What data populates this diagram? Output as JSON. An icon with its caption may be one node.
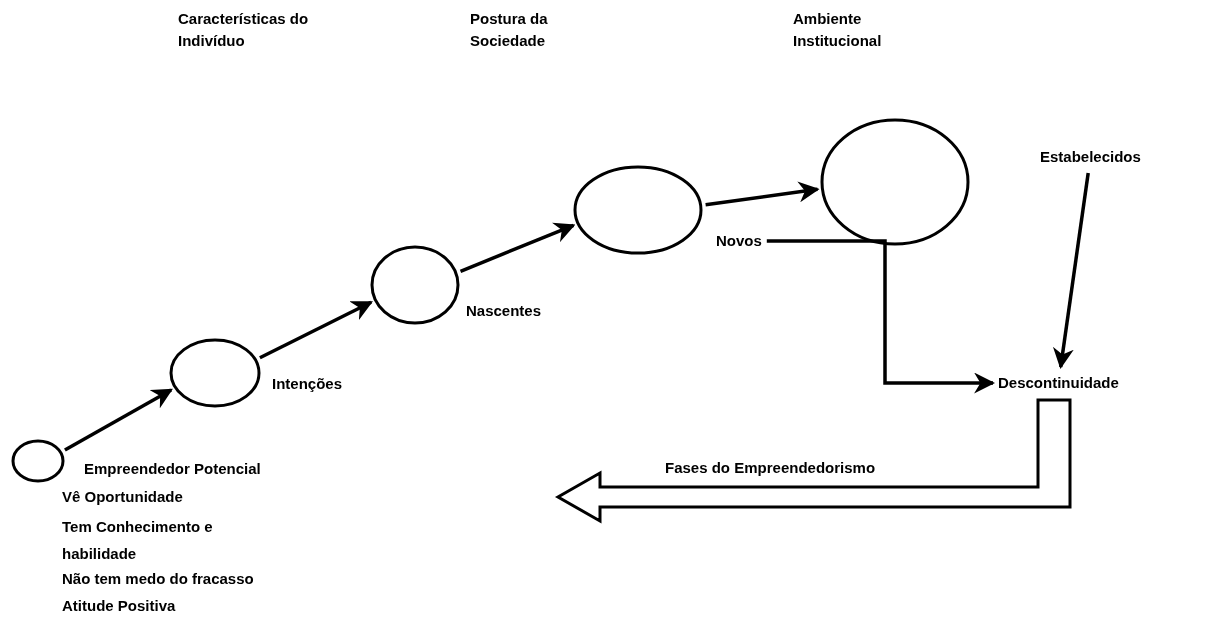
{
  "diagram": {
    "nodes": [
      {
        "text": [],
        "shape": "circle",
        "beside": [
          "Empreendedor Potencial",
          "Vê Oportunidade",
          "Tem Conhecimento e habilidade",
          "Não tem medo do fracasso",
          "Atitude Positiva"
        ]
      },
      {
        "text": [],
        "shape": "circle",
        "beside": [
          "Intenções"
        ]
      },
      {
        "text": [],
        "shape": "circle",
        "beside": [
          "Nascentes"
        ]
      },
      {
        "text": [],
        "shape": "circle"
      },
      {
        "text": [
          "Novos"
        ]
      },
      {
        "text": [],
        "shape": "circle"
      },
      {
        "text": [
          "Estabelecidos"
        ]
      },
      {
        "text": [
          "Descontinuidade"
        ]
      }
    ],
    "edges": [
      {
        "from": 0,
        "to": 1,
        "arrow": "to"
      },
      {
        "from": 1,
        "to": 2,
        "arrow": "to"
      },
      {
        "from": 2,
        "to": 3,
        "arrow": "to"
      },
      {
        "from": 3,
        "to": 5,
        "arrow": "to"
      },
      {
        "from": 4,
        "to": 7,
        "arrow": "to"
      },
      {
        "from": 6,
        "to": 7,
        "arrow": "to"
      },
      {
        "from": 7,
        "to": null,
        "arrow": "to",
        "label": "Fases do Empreendedorismo"
      }
    ],
    "labels": [
      "Características do Indivíduo",
      "Postura da Sociedade",
      "Ambiente Institucional"
    ]
  }
}
